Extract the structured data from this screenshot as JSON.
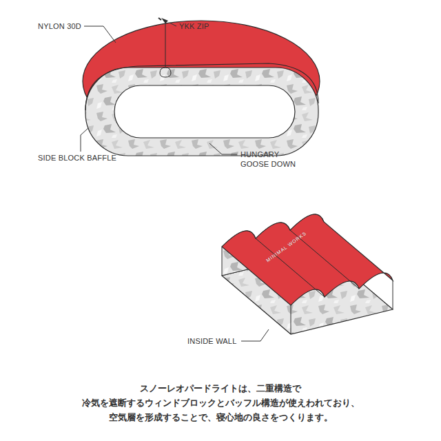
{
  "diagram": {
    "caption": "スノーレオパードライトは、二重構造で 冷気を遮断するウィンドブロックとバッフル構造が使えわれており、 空気層を形成することで、寝心地の良さをつくります。",
    "labels": [
      "NYLON 30D",
      "YKK ZIP",
      "SIDE BLOCK BAFFLE",
      "HUNGARY GOOSE DOWN",
      "MINIMAL WORKS",
      "INSIDE WALL"
    ]
  }
}
